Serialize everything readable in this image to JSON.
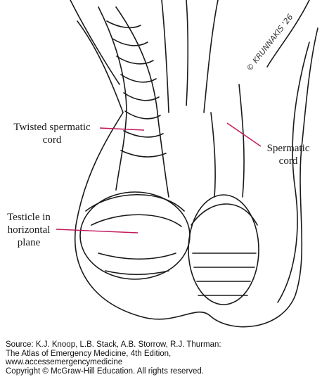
{
  "labels": {
    "twisted_spermatic_cord": "Twisted spermatic\ncord",
    "testicle_horizontal": "Testicle in\nhorizontal\nplane",
    "spermatic_cord": "Spermatic\ncord"
  },
  "signature": "© KRUNNAKIS '26",
  "source": {
    "line1": "Source: K.J. Knoop, L.B. Stack, A.B. Storrow, R.J. Thurman:",
    "line2": "The Atlas of Emergency Medicine, 4th Edition,",
    "line3": "www.accessemergencymedicine",
    "line4": "Copyright © McGraw-Hill Education. All rights reserved."
  },
  "colors": {
    "leader_line": "#c2185b",
    "ink": "#1a1a1a"
  }
}
